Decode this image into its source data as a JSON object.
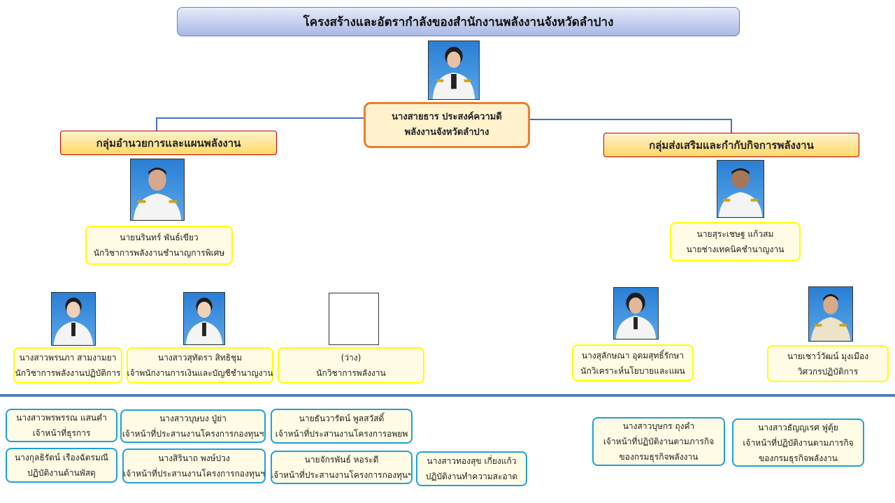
{
  "title": "โครงสร้างและอัตรากำลังของสำนักงานพลังงานจังหวัดลำปาง",
  "head": {
    "name": "นางสายธาร ประสงค์ความดี",
    "position": "พลังงานจังหวัดลำปาง"
  },
  "groups": {
    "left": "กลุ่มอำนวยการและแผนพลังงาน",
    "right": "กลุ่มส่งเสริมและกำกับกิจการพลังงาน"
  },
  "left_lead": {
    "name": "นายนรินทร์ พันธ์เขียว",
    "position": "นักวิชาการพลังงานชำนาญการพิเศษ"
  },
  "right_lead": {
    "name": "นายสุระเชษฐ  แก้วสม",
    "position": "นายช่างเทคนิคชำนาญงาน"
  },
  "left_staff": [
    {
      "name": "นางสาวพรนภา  สามงามยา",
      "position": "นักวิชาการพลังงานปฏิบัติการ"
    },
    {
      "name": "นางสาวสุทัตรา  สิทธิชุม",
      "position": "เจ้าพนักงานการเงินและบัญชีชำนาญงาน"
    },
    {
      "name": "(ว่าง)",
      "position": "นักวิชาการพลังงาน"
    }
  ],
  "right_staff": [
    {
      "name": "นางสุลักษณา  อุดมสุทธิ์รักษา",
      "position": "นักวิเคราะห์นโยบายและแผน"
    },
    {
      "name": "นายเชาว์วัฒน์  มุงเมือง",
      "position": "วิศวกรปฏิบัติการ"
    }
  ],
  "support_left": [
    {
      "name": "นางสาวพรพรรณ แสนคำ",
      "position": "เจ้าหน้าที่ธุรการ"
    },
    {
      "name": "นางสาวบุษบง  ปู่ย่า",
      "position": "เจ้าหน้าที่ประสานงานโครงการกองทุนฯ"
    },
    {
      "name": "นายธันวารัตน์  พูลสวัสดิ์",
      "position": "เจ้าหน้าที่ประสานงานโครงการอพยพ"
    },
    {
      "name": "นางกุลธิรัตน์  เรืองฉัตรมณี",
      "position": "ปฏิบัติงานด้านพัสดุ"
    },
    {
      "name": "นางสิรินาถ  พงษ์ปวง",
      "position": "เจ้าหน้าที่ประสานงานโครงการกองทุนฯ"
    },
    {
      "name": "นายจักรพันธ์ หอระดี",
      "position": "เจ้าหน้าที่ประสานงานโครงการกองทุนฯ"
    },
    {
      "name": "นางสาวทองสุข  เกี่ยงแก้ว",
      "position": "ปฏิบัติงานทำความสะอาด"
    }
  ],
  "support_right": [
    {
      "name": "นางสาวบุษกร  ถุงคำ",
      "position1": "เจ้าหน้าที่ปฏิบัติงานตามภารกิจ",
      "position2": "ของกรมธุรกิจพลังงาน"
    },
    {
      "name": "นางสาวธัญญเรศ ฟูตุ้ย",
      "position1": "เจ้าหน้าที่ปฏิบัติงานตามภารกิจ",
      "position2": "ของกรมธุรกิจพลังงาน"
    }
  ],
  "colors": {
    "title_bg": "#a9b9e6",
    "head_border": "#ed7d31",
    "group_fill": "#ffd966",
    "staff_border": "#ffff00",
    "support_border": "#1fa2d8",
    "divider": "#4f81bd"
  }
}
